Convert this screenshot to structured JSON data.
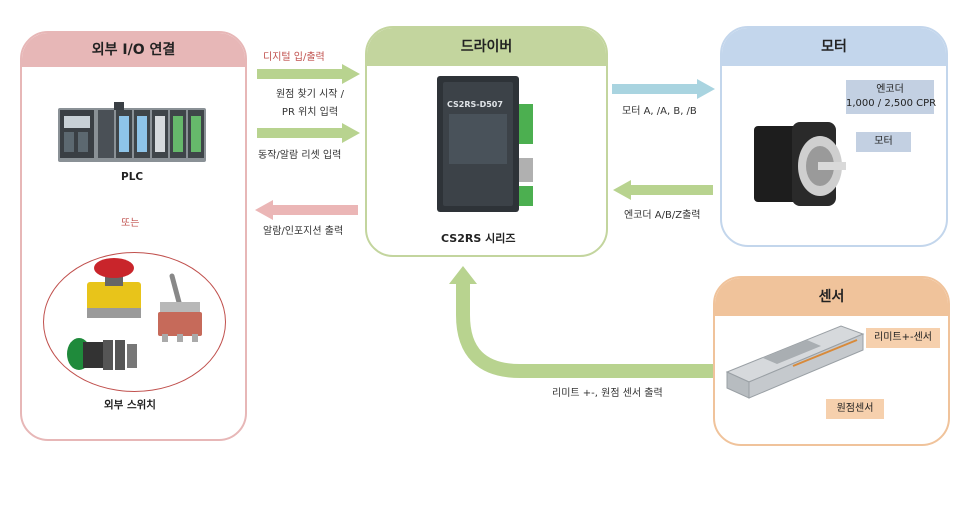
{
  "colors": {
    "io_panel": "#e7b7b7",
    "driver_panel": "#c3d59e",
    "motor_panel": "#c3d6ec",
    "sensor_panel": "#f0c39b",
    "arrow_green": "#b8d38f",
    "arrow_blue": "#a9d4e0",
    "arrow_red": "#ebb6b6",
    "red_text": "#c0504d"
  },
  "panels": {
    "io": {
      "title": "외부 I/O 연결",
      "plc_label": "PLC",
      "or_label": "또는",
      "switch_label": "외부 스위치"
    },
    "driver": {
      "title": "드라이버",
      "product_label": "CS2RS 시리즈",
      "device_text": "CS2RS-D507"
    },
    "motor": {
      "title": "모터",
      "encoder_callout": "엔코더\n1,000 / 2,500 CPR",
      "motor_callout": "모터"
    },
    "sensor": {
      "title": "센서",
      "limit_callout": "리미트+-센서",
      "home_callout": "원점센서"
    }
  },
  "arrows": {
    "digital_io": "디지털 입/출력",
    "homing_pr": "원점 찾기 시작 /\nPR 위치 입력",
    "enable_reset": "동작/알람 리셋 입력",
    "alarm_out": "알람/인포지션 출력",
    "motor_phase": "모터 A, /A, B, /B",
    "encoder_out": "엔코더 A/B/Z출력",
    "sensor_out": "리미트 +-, 원점 센서 출력"
  }
}
